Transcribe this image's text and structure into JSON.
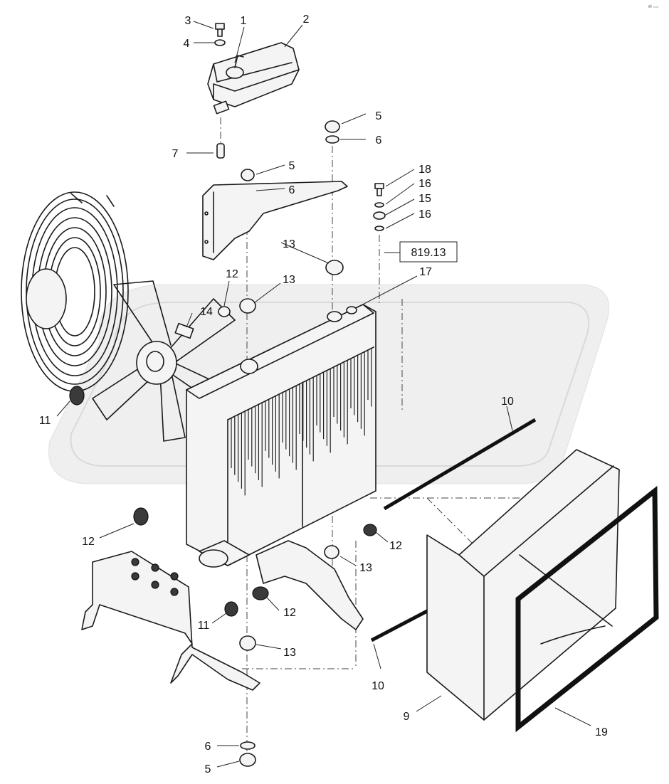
{
  "corner_mark": "ᵃᵇ ◦◦◦",
  "reference_box": "819.13",
  "callouts": [
    {
      "id": "c1",
      "label": "1"
    },
    {
      "id": "c2",
      "label": "2"
    },
    {
      "id": "c3",
      "label": "3"
    },
    {
      "id": "c4",
      "label": "4"
    },
    {
      "id": "c5a",
      "label": "5"
    },
    {
      "id": "c6a",
      "label": "6"
    },
    {
      "id": "c7",
      "label": "7"
    },
    {
      "id": "c5b",
      "label": "5"
    },
    {
      "id": "c6b",
      "label": "6"
    },
    {
      "id": "c18",
      "label": "18"
    },
    {
      "id": "c16a",
      "label": "16"
    },
    {
      "id": "c15",
      "label": "15"
    },
    {
      "id": "c16b",
      "label": "16"
    },
    {
      "id": "c13a",
      "label": "13"
    },
    {
      "id": "c17",
      "label": "17"
    },
    {
      "id": "c12a",
      "label": "12"
    },
    {
      "id": "c13b",
      "label": "13"
    },
    {
      "id": "c14",
      "label": "14"
    },
    {
      "id": "c11a",
      "label": "11"
    },
    {
      "id": "c10a",
      "label": "10"
    },
    {
      "id": "c12b",
      "label": "12"
    },
    {
      "id": "c12c",
      "label": "12"
    },
    {
      "id": "c13c",
      "label": "13"
    },
    {
      "id": "c11b",
      "label": "11"
    },
    {
      "id": "c12d",
      "label": "12"
    },
    {
      "id": "c13d",
      "label": "13"
    },
    {
      "id": "c10b",
      "label": "10"
    },
    {
      "id": "c9",
      "label": "9"
    },
    {
      "id": "c19",
      "label": "19"
    },
    {
      "id": "c6c",
      "label": "6"
    },
    {
      "id": "c5c",
      "label": "5"
    }
  ]
}
